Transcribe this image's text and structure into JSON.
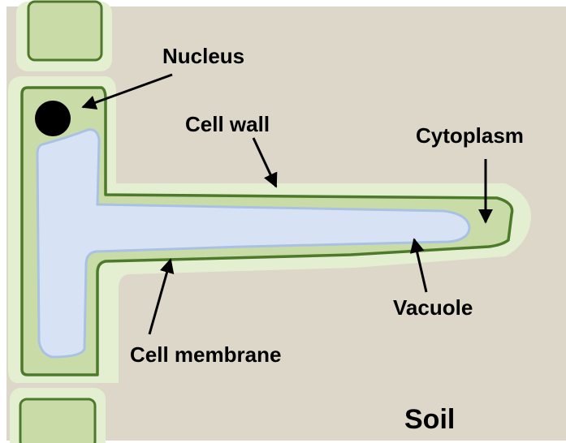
{
  "diagram": {
    "title": "",
    "labels": {
      "nucleus": "Nucleus",
      "cell_wall": "Cell wall",
      "cytoplasm": "Cytoplasm",
      "vacuole": "Vacuole",
      "cell_membrane": "Cell membrane",
      "soil": "Soil"
    },
    "colors": {
      "soil": "#dcd7c8",
      "cell_wall": "#e4efd2",
      "membrane_line": "#4d7a2a",
      "cytoplasm": "#c9dca8",
      "vacuole": "#d7e3f4",
      "vacuole_edge": "#a9c1e3",
      "nucleus": "#000000",
      "frame": "#ffffff"
    }
  }
}
